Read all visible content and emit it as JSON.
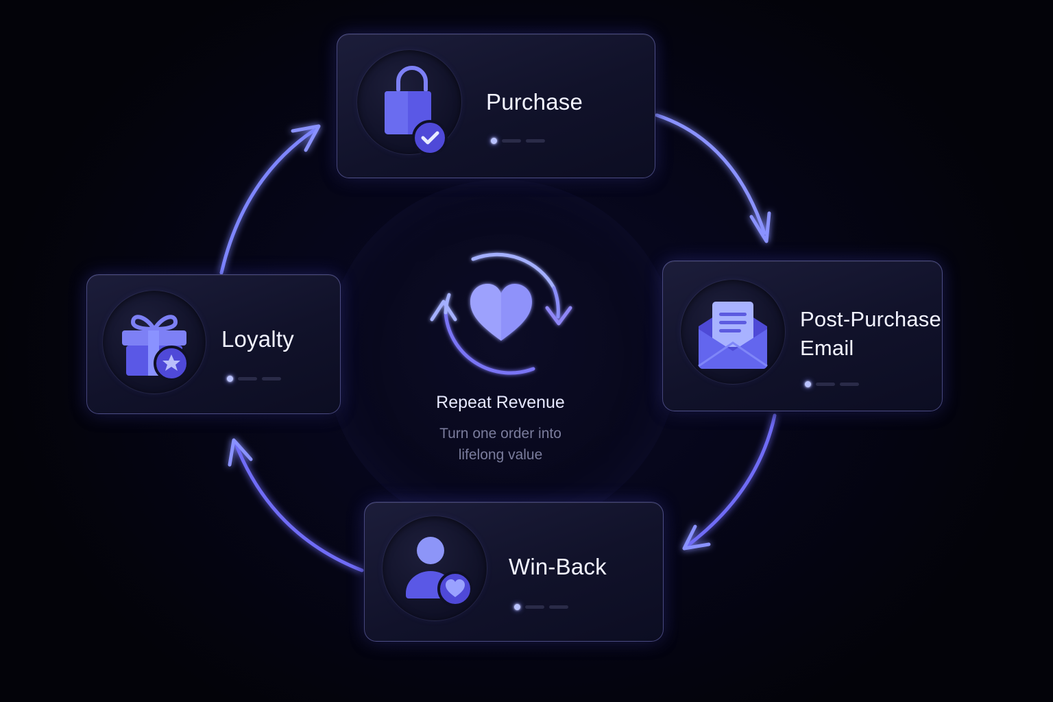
{
  "center": {
    "title": "Repeat Revenue",
    "subtitle_line1": "Turn one order into",
    "subtitle_line2": "lifelong value",
    "icon": "heart-cycle-icon"
  },
  "stages": {
    "purchase": {
      "label": "Purchase",
      "icon": "shopping-bag-check-icon"
    },
    "post_purchase": {
      "label_line1": "Post-Purchase",
      "label_line2": "Email",
      "icon": "envelope-letter-icon"
    },
    "win_back": {
      "label": "Win-Back",
      "icon": "user-heart-icon"
    },
    "loyalty": {
      "label": "Loyalty",
      "icon": "gift-star-icon"
    }
  },
  "colors": {
    "background": "#04040d",
    "accent": "#6f6cf6",
    "accent_light": "#a9b4ff",
    "text": "#f2f3ff",
    "muted_text": "#7a7c9c"
  }
}
